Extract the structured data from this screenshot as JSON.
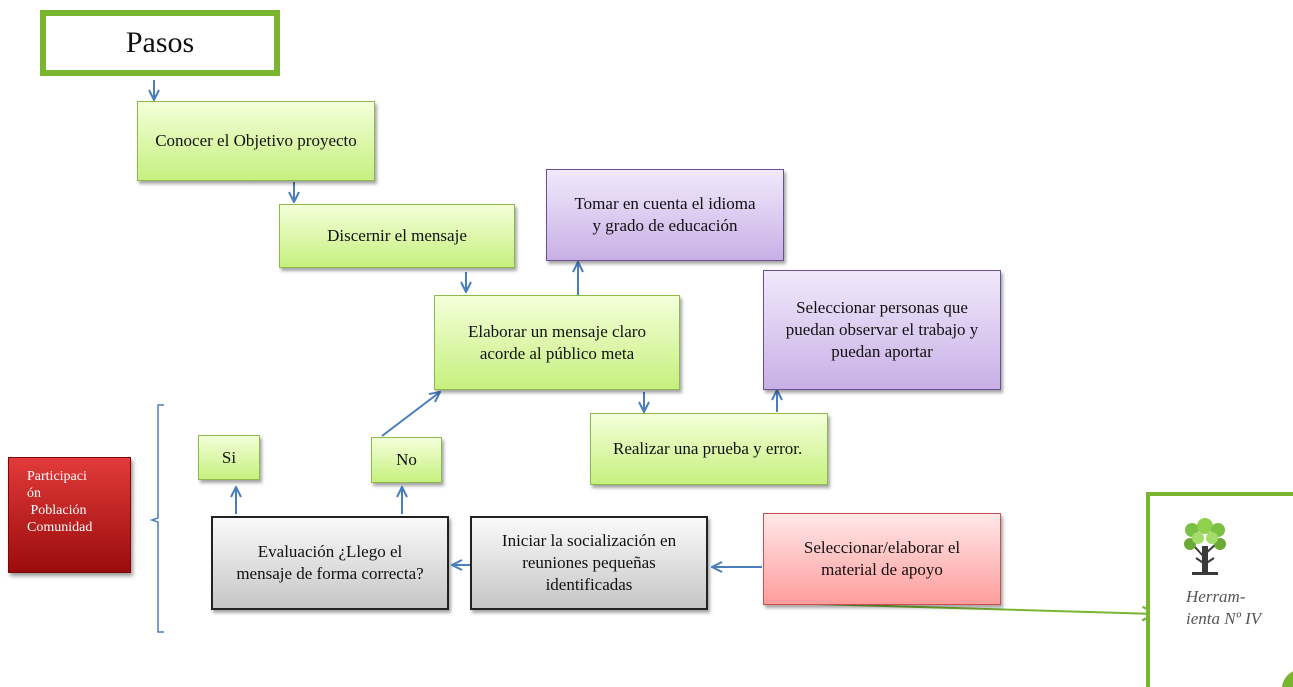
{
  "title": "Pasos",
  "side_label": {
    "lines": [
      "Participaci",
      "ón",
      " Población",
      "Comunidad"
    ]
  },
  "steps": {
    "conocer": "Conocer el Objetivo proyecto",
    "discernir": "Discernir el mensaje",
    "tomar": "Tomar en cuenta el idioma y grado de educación",
    "elaborar": "Elaborar un mensaje claro acorde al público meta",
    "seleccionar_personas": "Seleccionar personas que puedan observar el trabajo y puedan aportar",
    "realizar": "Realizar una prueba y error.",
    "si": "Si",
    "no": "No",
    "evaluacion": "Evaluación ¿Llego el mensaje de forma correcta?",
    "iniciar": "Iniciar la socialización en reuniones pequeñas identificadas",
    "seleccionar_material": "Seleccionar/elaborar el material de apoyo"
  },
  "tool": {
    "label": "Herram-ienta Nº IV",
    "icon": "tree-icon"
  },
  "colors": {
    "green_border": "#7ab532",
    "arrow": "#4a7ebb",
    "purple": "#c8b0e6",
    "red": "#c01818"
  }
}
